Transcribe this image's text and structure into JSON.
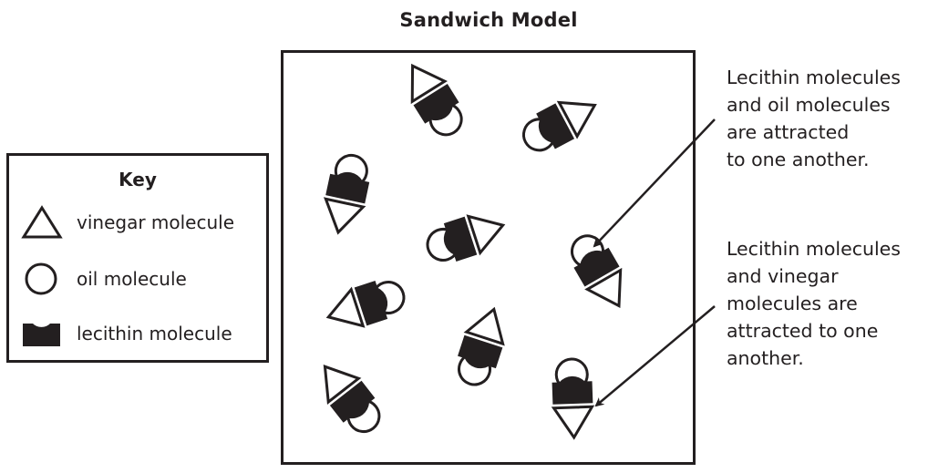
{
  "title": "Sandwich Model",
  "key": {
    "heading": "Key",
    "items": [
      {
        "icon": "triangle-icon",
        "label": "vinegar molecule"
      },
      {
        "icon": "circle-icon",
        "label": "oil molecule"
      },
      {
        "icon": "lecithin-icon",
        "label": "lecithin molecule"
      }
    ]
  },
  "model": {
    "groups": [
      {
        "name": "molecule-group-1",
        "parts": [
          "vinegar",
          "lecithin",
          "oil"
        ],
        "orientation_deg": -32
      },
      {
        "name": "molecule-group-2",
        "parts": [
          "vinegar",
          "lecithin",
          "oil"
        ],
        "orientation_deg": 62
      },
      {
        "name": "molecule-group-3",
        "parts": [
          "vinegar",
          "lecithin",
          "oil"
        ],
        "orientation_deg": 192
      },
      {
        "name": "molecule-group-4",
        "parts": [
          "vinegar",
          "lecithin",
          "oil"
        ],
        "orientation_deg": 72
      },
      {
        "name": "molecule-group-5",
        "parts": [
          "vinegar",
          "lecithin",
          "oil"
        ],
        "orientation_deg": 150
      },
      {
        "name": "molecule-group-6",
        "parts": [
          "vinegar",
          "lecithin",
          "oil"
        ],
        "orientation_deg": 252
      },
      {
        "name": "molecule-group-7",
        "parts": [
          "vinegar",
          "lecithin",
          "oil"
        ],
        "orientation_deg": 18
      },
      {
        "name": "molecule-group-8",
        "parts": [
          "vinegar",
          "lecithin",
          "oil"
        ],
        "orientation_deg": -38
      },
      {
        "name": "molecule-group-9",
        "parts": [
          "vinegar",
          "lecithin",
          "oil"
        ],
        "orientation_deg": 178
      }
    ]
  },
  "annotations": [
    {
      "lines": [
        "Lecithin molecules",
        "and oil molecules",
        "are attracted",
        "to one another."
      ],
      "points_to": "lecithin-oil interface"
    },
    {
      "lines": [
        "Lecithin molecules",
        "and vinegar",
        "molecules are",
        "attracted to one",
        "another."
      ],
      "points_to": "lecithin-vinegar interface"
    }
  ],
  "colors": {
    "ink": "#231f20",
    "background": "#ffffff"
  }
}
